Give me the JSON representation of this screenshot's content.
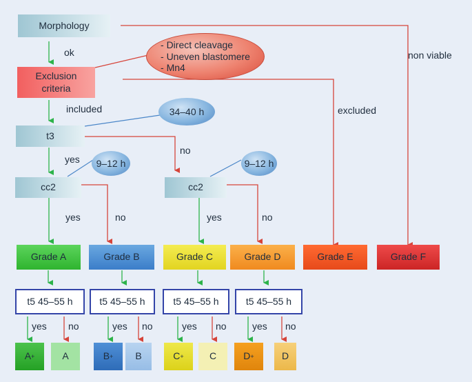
{
  "nodes": {
    "morphology": "Morphology",
    "exclusion_line1": "Exclusion",
    "exclusion_line2": "criteria",
    "t3": "t3",
    "cc2_left": "cc2",
    "cc2_right": "cc2"
  },
  "exclusion_list": {
    "item1": "- Direct cleavage",
    "item2": "- Uneven blastomere",
    "item3": "- Mn4"
  },
  "time_windows": {
    "t3_window": "34–40 h",
    "cc2_left_window": "9–12 h",
    "cc2_right_window": "9–12 h"
  },
  "grades": {
    "a": "Grade A",
    "b": "Grade B",
    "c": "Grade C",
    "d": "Grade D",
    "e": "Grade E",
    "f": "Grade F"
  },
  "t5_label": "t5 45–55 h",
  "outcomes": {
    "a_plus": "A",
    "a": "A",
    "b_plus": "B",
    "b": "B",
    "c_plus": "C",
    "c": "C",
    "d_plus": "D",
    "d": "D",
    "plus_mark": "+"
  },
  "edge_labels": {
    "ok": "ok",
    "non_viable": "non viable",
    "included": "included",
    "excluded": "excluded",
    "yes": "yes",
    "no": "no"
  },
  "colors": {
    "green_arrow": "#2db34a",
    "red_arrow": "#d6443a",
    "blue_line": "#4a86c8",
    "t5_border": "#3344a8",
    "background": "#e8eef7"
  }
}
